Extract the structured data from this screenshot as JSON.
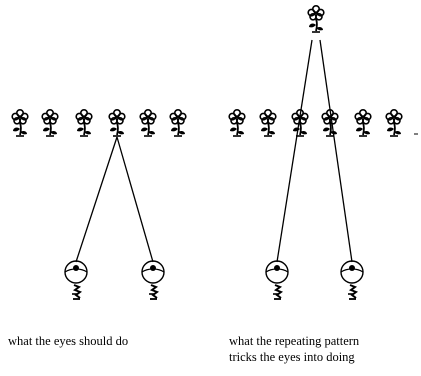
{
  "captions": {
    "left": "what the eyes should do",
    "right_line1": "what the repeating pattern",
    "right_line2": "tricks the eyes into doing"
  },
  "icons": {
    "flower": "flower-icon",
    "eye": "eye-icon"
  },
  "colors": {
    "ink": "#000000",
    "background": "#ffffff"
  }
}
